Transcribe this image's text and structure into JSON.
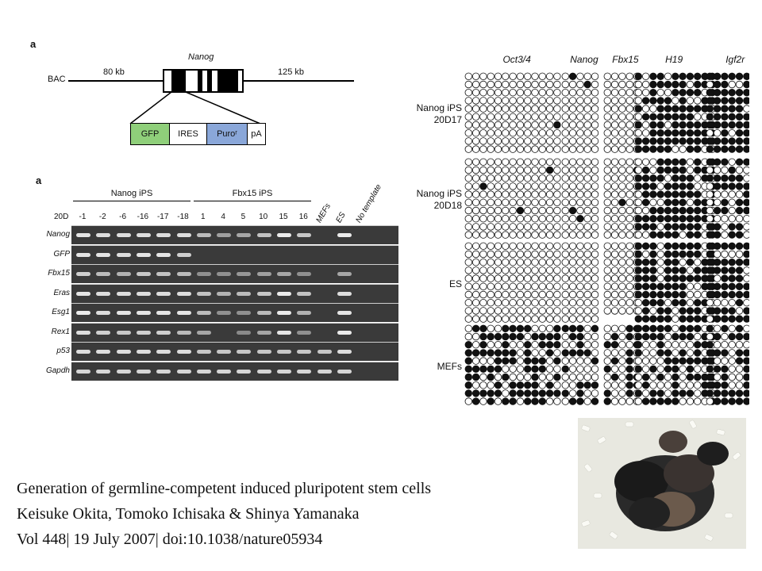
{
  "construct": {
    "panel_letter": "a",
    "gene_name": "Nanog",
    "bac_label": "BAC",
    "left_size": "80 kb",
    "right_size": "125 kb",
    "cassette": [
      {
        "label": "GFP",
        "color": "#8fcf7a"
      },
      {
        "label": "IRES",
        "color": "#ffffff"
      },
      {
        "label": "Puroʳ",
        "color": "#8aa7d9"
      },
      {
        "label": "pA",
        "color": "#ffffff"
      }
    ]
  },
  "gel": {
    "panel_letter": "a",
    "groups": [
      {
        "label": "Nanog iPS"
      },
      {
        "label": "Fbx15 iPS"
      }
    ],
    "lane_prefix": "20D",
    "lanes": [
      "-1",
      "-2",
      "-6",
      "-16",
      "-17",
      "-18",
      "1",
      "4",
      "5",
      "10",
      "15",
      "16",
      "MEFs",
      "ES",
      "No template"
    ],
    "rows": [
      {
        "gene": "Nanog",
        "intensity": [
          0.9,
          0.85,
          0.85,
          0.85,
          0.85,
          0.85,
          0.6,
          0.4,
          0.45,
          0.65,
          0.95,
          0.7,
          0.0,
          0.95,
          0.0
        ]
      },
      {
        "gene": "GFP",
        "intensity": [
          0.9,
          0.9,
          0.85,
          0.9,
          0.9,
          0.75,
          0,
          0,
          0,
          0,
          0,
          0,
          0,
          0,
          0
        ]
      },
      {
        "gene": "Fbx15",
        "intensity": [
          0.75,
          0.6,
          0.55,
          0.7,
          0.65,
          0.6,
          0.3,
          0.3,
          0.35,
          0.4,
          0.45,
          0.3,
          0,
          0.45,
          0
        ]
      },
      {
        "gene": "Eras",
        "intensity": [
          0.9,
          0.85,
          0.85,
          0.85,
          0.85,
          0.85,
          0.65,
          0.55,
          0.6,
          0.7,
          0.95,
          0.65,
          0,
          0.85,
          0
        ]
      },
      {
        "gene": "Esg1",
        "intensity": [
          0.95,
          0.85,
          0.9,
          0.9,
          0.9,
          0.9,
          0.6,
          0.3,
          0.3,
          0.6,
          0.95,
          0.55,
          0,
          0.9,
          0
        ]
      },
      {
        "gene": "Rex1",
        "intensity": [
          0.85,
          0.75,
          0.7,
          0.75,
          0.75,
          0.6,
          0.45,
          0.0,
          0.25,
          0.45,
          0.9,
          0.3,
          0,
          0.95,
          0
        ]
      },
      {
        "gene": "p53",
        "intensity": [
          0.85,
          0.85,
          0.85,
          0.85,
          0.85,
          0.85,
          0.7,
          0.7,
          0.7,
          0.7,
          0.7,
          0.7,
          0.7,
          0.85,
          0
        ]
      },
      {
        "gene": "Gapdh",
        "intensity": [
          0.8,
          0.8,
          0.8,
          0.8,
          0.8,
          0.8,
          0.8,
          0.8,
          0.8,
          0.8,
          0.8,
          0.8,
          0.8,
          0.8,
          0
        ]
      }
    ]
  },
  "methylation": {
    "genes": [
      "Oct3/4",
      "Nanog",
      "Fbx15",
      "H19",
      "Igf2r"
    ],
    "groups": [
      {
        "label_lines": [
          "Nanog iPS",
          "20D17"
        ]
      },
      {
        "label_lines": [
          "Nanog iPS",
          "20D18"
        ]
      },
      {
        "label_lines": [
          "ES"
        ]
      },
      {
        "label_lines": [
          "MEFs"
        ]
      }
    ]
  },
  "caption": {
    "title": "Generation of germline-competent induced pluripotent stem cells",
    "authors": "Keisuke Okita, Tomoko Ichisaka & Shinya Yamanaka",
    "citation": "Vol 448| 19 July 2007| doi:10.1038/nature05934"
  },
  "photo": {
    "label": "mice-photo"
  }
}
